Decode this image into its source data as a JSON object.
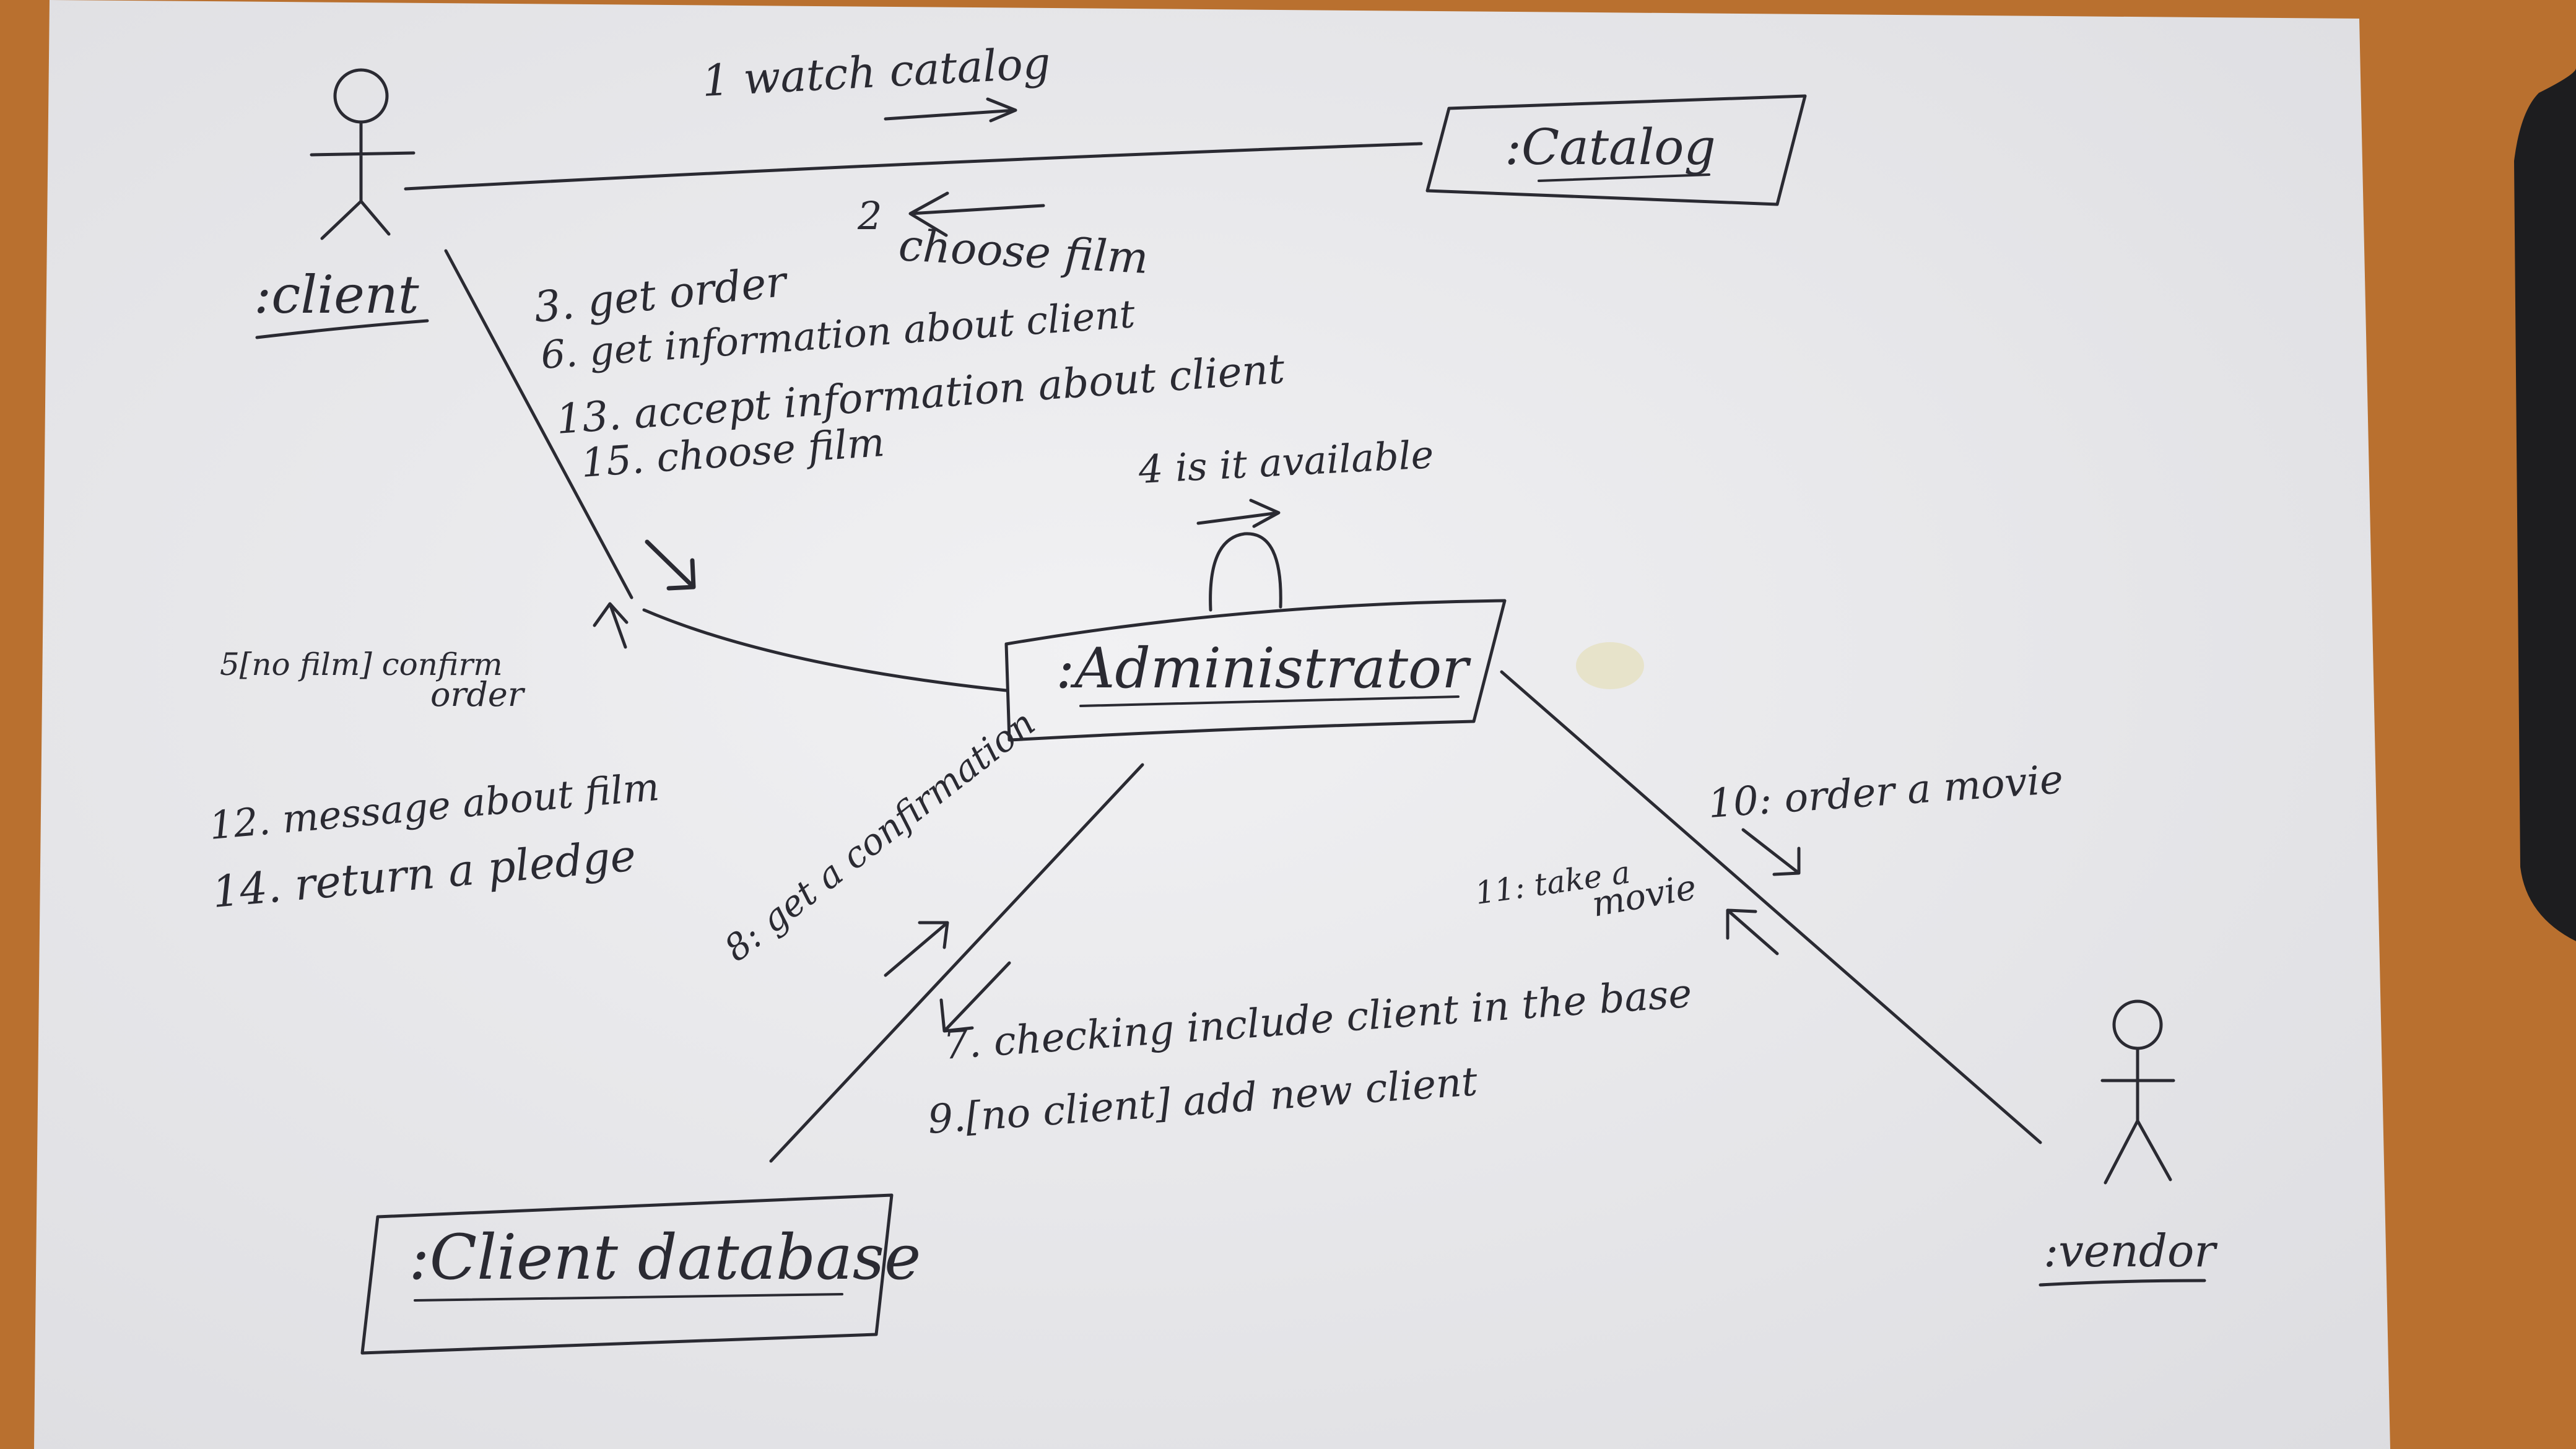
{
  "colors": {
    "table": "#b9702f",
    "paper": "#ececee",
    "ink": "#2a2a32"
  },
  "actors": {
    "client": ":client",
    "vendor": ":vendor"
  },
  "objects": {
    "catalog": ":Catalog",
    "administrator": ":Administrator",
    "client_database": ":Client database"
  },
  "messages": {
    "m1": "1 watch catalog",
    "m2_num": "2",
    "m2_text": "choose film",
    "m3": "3. get order",
    "m6": "6. get information about client",
    "m13": "13. accept information about client",
    "m15": "15. choose film",
    "m4": "4 is it available",
    "m5_line1": "5[no film] confirm",
    "m5_line2": "order",
    "m12": "12. message about film",
    "m14": "14. return a pledge",
    "m8": "8: get a confirmation",
    "m7": "7. checking include client in the base",
    "m9": "9.[no client] add new client",
    "m10": "10: order a movie",
    "m11_line1": "11: take a",
    "m11_line2": "movie"
  }
}
